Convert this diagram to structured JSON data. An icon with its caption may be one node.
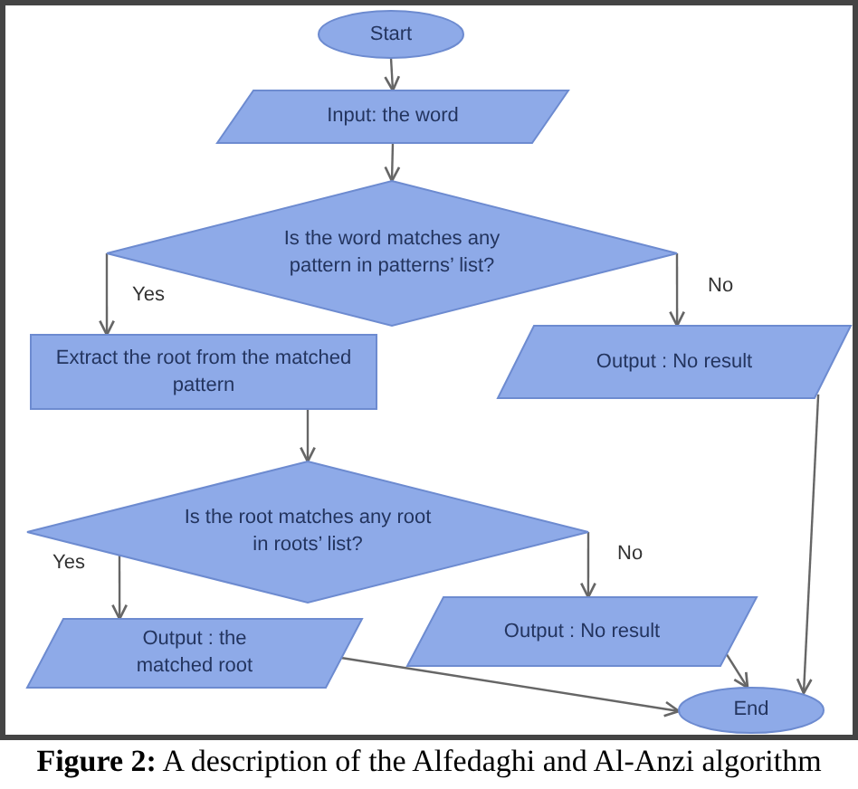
{
  "diagram": {
    "caption": "**Figure 2:** A description of the Alfedaghi and Al-Anzi algorithm",
    "nodes": [
      {
        "text": [
          "Start"
        ]
      },
      {
        "text": [
          "Input: the word"
        ]
      },
      {
        "text": [
          "Is the word matches any pattern in patterns’ list?"
        ]
      },
      {
        "text": [
          "Extract the root from the matched pattern"
        ]
      },
      {
        "text": [
          "Output : No result"
        ]
      },
      {
        "text": [
          "Is the root matches any root in roots’ list?"
        ]
      },
      {
        "text": [
          "Output : the matched root"
        ]
      },
      {
        "text": [
          "Output : No result"
        ]
      },
      {
        "text": [
          "End"
        ]
      }
    ],
    "edges": [
      {
        "from": 0,
        "to": 1,
        "arrow": "to"
      },
      {
        "from": 1,
        "to": 2,
        "arrow": "to"
      },
      {
        "from": 2,
        "to": 3,
        "label": "Yes",
        "arrow": "to"
      },
      {
        "from": 2,
        "to": 4,
        "label": "No",
        "arrow": "to"
      },
      {
        "from": 3,
        "to": 5,
        "arrow": "to"
      },
      {
        "from": 5,
        "to": 6,
        "label": "Yes",
        "arrow": "to"
      },
      {
        "from": 5,
        "to": 7,
        "label": "No",
        "arrow": "to"
      },
      {
        "from": 6,
        "to": 8,
        "arrow": "to"
      },
      {
        "from": 7,
        "to": 8,
        "arrow": "to"
      },
      {
        "from": 4,
        "to": 8,
        "arrow": "to"
      }
    ]
  }
}
